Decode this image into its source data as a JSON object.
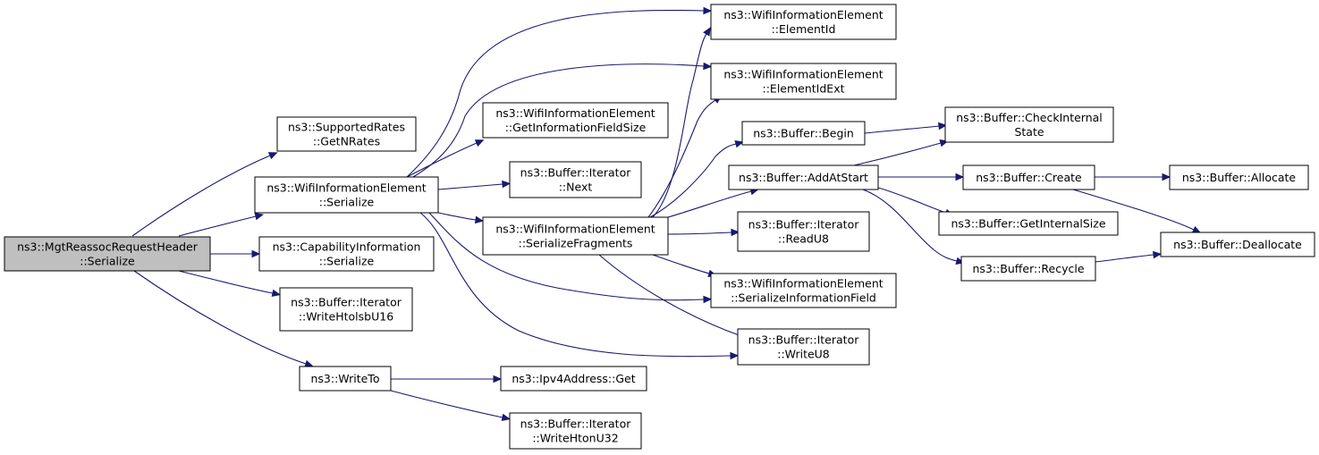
{
  "colors": {
    "edge": "#191970",
    "node_fill": "#ffffff",
    "root_fill": "#bfbfbf",
    "border": "#000000"
  },
  "nodes": [
    {
      "id": "root",
      "lines": [
        "ns3::MgtReassocRequestHeader",
        "::Serialize"
      ],
      "highlight": true
    },
    {
      "id": "getnrates",
      "lines": [
        "ns3::SupportedRates",
        "::GetNRates"
      ]
    },
    {
      "id": "wieSerialize",
      "lines": [
        "ns3::WifiInformationElement",
        "::Serialize"
      ]
    },
    {
      "id": "capSerialize",
      "lines": [
        "ns3::CapabilityInformation",
        "::Serialize"
      ]
    },
    {
      "id": "writeHtolsb",
      "lines": [
        "ns3::Buffer::Iterator",
        "::WriteHtolsbU16"
      ]
    },
    {
      "id": "writeTo",
      "lines": [
        "ns3::WriteTo"
      ]
    },
    {
      "id": "elementId",
      "lines": [
        "ns3::WifiInformationElement",
        "::ElementId"
      ]
    },
    {
      "id": "elementIdExt",
      "lines": [
        "ns3::WifiInformationElement",
        "::ElementIdExt"
      ]
    },
    {
      "id": "getInfoSize",
      "lines": [
        "ns3::WifiInformationElement",
        "::GetInformationFieldSize"
      ]
    },
    {
      "id": "iterNext",
      "lines": [
        "ns3::Buffer::Iterator",
        "::Next"
      ]
    },
    {
      "id": "serFrag",
      "lines": [
        "ns3::WifiInformationElement",
        "::SerializeFragments"
      ]
    },
    {
      "id": "ipv4Get",
      "lines": [
        "ns3::Ipv4Address::Get"
      ]
    },
    {
      "id": "writeHton",
      "lines": [
        "ns3::Buffer::Iterator",
        "::WriteHtonU32"
      ]
    },
    {
      "id": "begin",
      "lines": [
        "ns3::Buffer::Begin"
      ]
    },
    {
      "id": "addAtStart",
      "lines": [
        "ns3::Buffer::AddAtStart"
      ]
    },
    {
      "id": "readU8",
      "lines": [
        "ns3::Buffer::Iterator",
        "::ReadU8"
      ]
    },
    {
      "id": "serInfoField",
      "lines": [
        "ns3::WifiInformationElement",
        "::SerializeInformationField"
      ]
    },
    {
      "id": "writeU8",
      "lines": [
        "ns3::Buffer::Iterator",
        "::WriteU8"
      ]
    },
    {
      "id": "checkInternal",
      "lines": [
        "ns3::Buffer::CheckInternal",
        "State"
      ]
    },
    {
      "id": "create",
      "lines": [
        "ns3::Buffer::Create"
      ]
    },
    {
      "id": "getInternalSize",
      "lines": [
        "ns3::Buffer::GetInternalSize"
      ]
    },
    {
      "id": "recycle",
      "lines": [
        "ns3::Buffer::Recycle"
      ]
    },
    {
      "id": "allocate",
      "lines": [
        "ns3::Buffer::Allocate"
      ]
    },
    {
      "id": "deallocate",
      "lines": [
        "ns3::Buffer::Deallocate"
      ]
    }
  ],
  "edges": [
    {
      "from": "root",
      "to": "getnrates"
    },
    {
      "from": "root",
      "to": "wieSerialize"
    },
    {
      "from": "root",
      "to": "capSerialize"
    },
    {
      "from": "root",
      "to": "writeHtolsb"
    },
    {
      "from": "root",
      "to": "writeTo"
    },
    {
      "from": "wieSerialize",
      "to": "elementId"
    },
    {
      "from": "wieSerialize",
      "to": "elementIdExt"
    },
    {
      "from": "wieSerialize",
      "to": "getInfoSize"
    },
    {
      "from": "wieSerialize",
      "to": "iterNext"
    },
    {
      "from": "wieSerialize",
      "to": "serFrag"
    },
    {
      "from": "wieSerialize",
      "to": "serInfoField"
    },
    {
      "from": "wieSerialize",
      "to": "writeU8"
    },
    {
      "from": "serFrag",
      "to": "elementId"
    },
    {
      "from": "serFrag",
      "to": "elementIdExt"
    },
    {
      "from": "serFrag",
      "to": "begin"
    },
    {
      "from": "serFrag",
      "to": "addAtStart"
    },
    {
      "from": "serFrag",
      "to": "readU8"
    },
    {
      "from": "serFrag",
      "to": "serInfoField"
    },
    {
      "from": "serFrag",
      "to": "writeU8"
    },
    {
      "from": "writeTo",
      "to": "ipv4Get"
    },
    {
      "from": "writeTo",
      "to": "writeHton"
    },
    {
      "from": "begin",
      "to": "checkInternal"
    },
    {
      "from": "addAtStart",
      "to": "checkInternal"
    },
    {
      "from": "addAtStart",
      "to": "create"
    },
    {
      "from": "addAtStart",
      "to": "getInternalSize"
    },
    {
      "from": "addAtStart",
      "to": "recycle"
    },
    {
      "from": "create",
      "to": "allocate"
    },
    {
      "from": "create",
      "to": "deallocate"
    },
    {
      "from": "recycle",
      "to": "deallocate"
    }
  ]
}
